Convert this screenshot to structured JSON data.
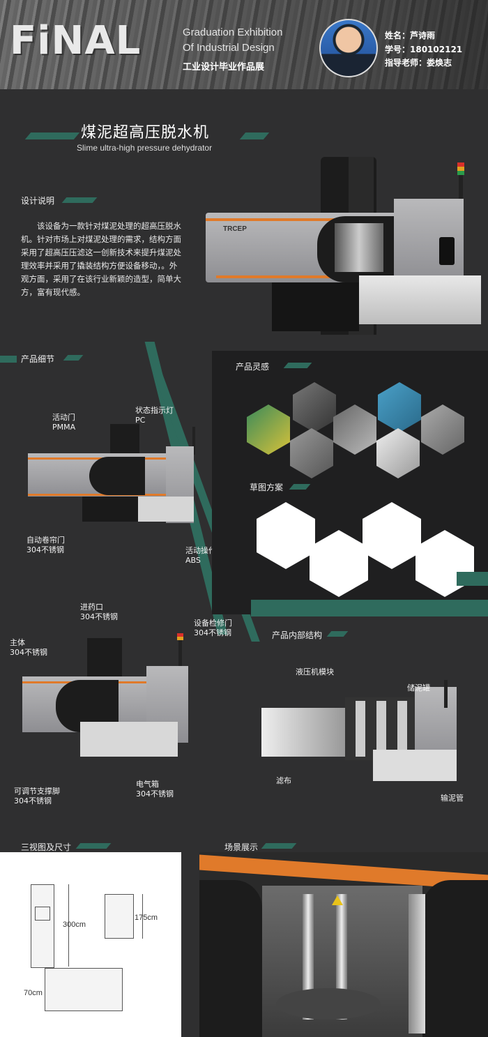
{
  "header": {
    "logo_text": "FiNAL",
    "exhibition_line1": "Graduation Exhibition",
    "exhibition_line2": "Of Industrial Design",
    "exhibition_cn": "工业设计毕业作品展",
    "name": "姓名：芦诗雨",
    "student_id": "学号：180102121",
    "advisor": "指导老师：娄焕志"
  },
  "title": {
    "cn": "煤泥超高压脱水机",
    "en": "Slime ultra-high pressure dehydrator"
  },
  "sections": {
    "design_desc_label": "设计说明",
    "design_desc_text": "该设备为一款针对煤泥处理的超高压脱水机。针对市场上对煤泥处理的需求，结构方面采用了超高压压滤这一创新技术来提升煤泥处理效率并采用了撬装结构方便设备移动，。外观方面，采用了在该行业新颖的造型，简单大方，富有现代感。",
    "detail_label": "产品细节",
    "inspiration_label": "产品灵感",
    "sketch_label": "草图方案",
    "internal_label": "产品内部结构",
    "views_label": "三视图及尺寸",
    "scene_label": "场景展示"
  },
  "brand": "TRCEP",
  "callouts": {
    "door_a": "活动门",
    "door_b": "PMMA",
    "lamp_a": "状态指示灯",
    "lamp_b": "PC",
    "roller_a": "自动卷帘门",
    "roller_b": "304不锈钢",
    "console_a": "活动操作台",
    "console_b": "ABS",
    "inlet_a": "进药口",
    "inlet_b": "304不锈钢",
    "service_a": "设备检修门",
    "service_b": "304不锈钢",
    "body_a": "主体",
    "body_b": "304不锈钢",
    "feet_a": "可调节支撑脚",
    "feet_b": "304不锈钢",
    "elec_a": "电气箱",
    "elec_b": "304不锈钢",
    "hydraulic": "液压机模块",
    "tank": "储泥罐",
    "cloth": "滤布",
    "pipe": "输泥管"
  },
  "dimensions": {
    "height": "300cm",
    "width": "175cm",
    "base": "70cm"
  },
  "colors": {
    "accent_green": "#2f6b5d",
    "accent_orange": "#e07a2a",
    "background": "#2f2f30"
  }
}
